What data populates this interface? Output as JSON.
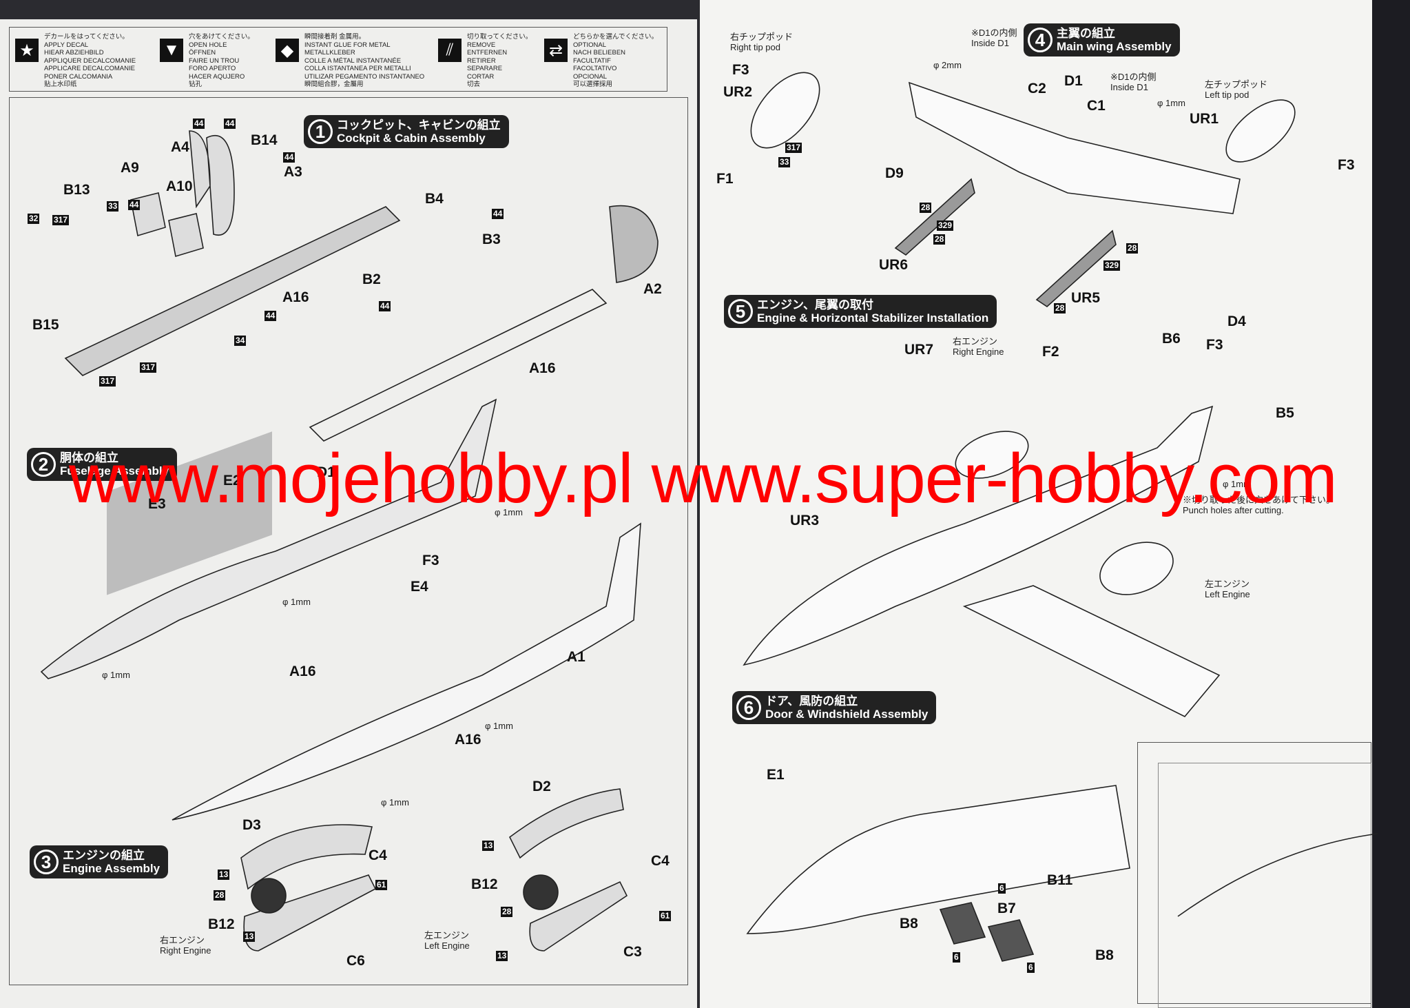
{
  "legend": [
    {
      "icon": "star-icon",
      "lines": [
        "デカールをはってください。",
        "APPLY DECAL",
        "HIEAR ABZIEHBILD",
        "APPLIQUER DECALCOMANIE",
        "APPLICARE DECALCOMANIE",
        "PONER CALCOMANIA",
        "贴上水印纸"
      ]
    },
    {
      "icon": "drill-hole-icon",
      "lines": [
        "穴をあけてください。",
        "OPEN HOLE",
        "ÖFFNEN",
        "FAIRE UN TROU",
        "FORO APERTO",
        "HACER AQUJERO",
        "钻孔"
      ]
    },
    {
      "icon": "glue-diamond-icon",
      "lines": [
        "瞬間接着剤 金属用。",
        "INSTANT GLUE FOR METAL",
        "METALLKLEBER",
        "COLLE A MÉTAL INSTANTANÉE",
        "COLLA ISTANTANEA PER METALLI",
        "UTILIZAR PEGAMENTO INSTANTANEO",
        "瞬間組合膠，金屬用"
      ]
    },
    {
      "icon": "cut-remove-icon",
      "lines": [
        "切り取ってください。",
        "REMOVE",
        "ENTFERNEN",
        "RETIRER",
        "SEPARARE",
        "CORTAR",
        "切去"
      ]
    },
    {
      "icon": "optional-arrows-icon",
      "lines": [
        "どちらかを選んでください。",
        "OPTIONAL",
        "NACH BELIEBEN",
        "FACULTATIF",
        "FACOLTATIVO",
        "OPCIONAL",
        "可以選擇採用"
      ]
    }
  ],
  "steps": [
    {
      "num": "1",
      "jp": "コックピット、キャビンの組立",
      "en": "Cockpit & Cabin Assembly"
    },
    {
      "num": "2",
      "jp": "胴体の組立",
      "en": "Fuselage Assembly"
    },
    {
      "num": "3",
      "jp": "エンジンの組立",
      "en": "Engine Assembly"
    },
    {
      "num": "4",
      "jp": "主翼の組立",
      "en": "Main wing Assembly"
    },
    {
      "num": "5",
      "jp": "エンジン、尾翼の取付",
      "en": "Engine & Horizontal Stabilizer Installation"
    },
    {
      "num": "6",
      "jp": "ドア、風防の組立",
      "en": "Door & Windshield Assembly"
    }
  ],
  "parts": {
    "s1": [
      "A4",
      "B14",
      "A3",
      "A9",
      "A10",
      "B13",
      "B4",
      "B3",
      "A2",
      "B2",
      "A16",
      "B15",
      "A16"
    ],
    "s2": [
      "E2",
      "D1",
      "E3",
      "F3",
      "E4",
      "A16",
      "A1",
      "A16"
    ],
    "s3": [
      "D3",
      "C4",
      "B12",
      "C6",
      "D2",
      "C4",
      "B12",
      "C3"
    ],
    "s4": [
      "F3",
      "UR2",
      "F1",
      "D9",
      "C2",
      "D1",
      "C1",
      "UR1",
      "F3",
      "UR6",
      "UR5",
      "D4"
    ],
    "s5": [
      "UR7",
      "F2",
      "B6",
      "F3",
      "B5",
      "UR3"
    ],
    "s6": [
      "E1",
      "B11",
      "B8",
      "B7",
      "B8"
    ]
  },
  "notes": {
    "right_engine_jp": "右エンジン",
    "right_engine_en": "Right Engine",
    "left_engine_jp": "左エンジン",
    "left_engine_en": "Left Engine",
    "right_tip_jp": "右チップポッド",
    "right_tip_en": "Right tip pod",
    "left_tip_jp": "左チップポッド",
    "left_tip_en": "Left tip pod",
    "inside_d1_jp": "※D1の内側",
    "inside_d1_en": "Inside D1",
    "hole_1mm": "φ 1mm",
    "hole_2mm": "φ 2mm",
    "punch_jp": "※切り取った後に穴をあけて下さい。",
    "punch_en": "Punch holes after cutting."
  },
  "decal_numbers": [
    "32",
    "317",
    "33",
    "44",
    "34",
    "317",
    "317",
    "44",
    "44",
    "44",
    "44",
    "44",
    "44",
    "33",
    "317",
    "28",
    "329",
    "28",
    "28",
    "329",
    "28",
    "13",
    "28",
    "13",
    "61",
    "13",
    "28",
    "13",
    "61",
    "6",
    "6",
    "6"
  ],
  "watermark": "www.mojehobby.pl www.super-hobby.com",
  "colors": {
    "watermark": "#ff0000",
    "ink": "#111111",
    "paper": "#f2f2f0"
  }
}
